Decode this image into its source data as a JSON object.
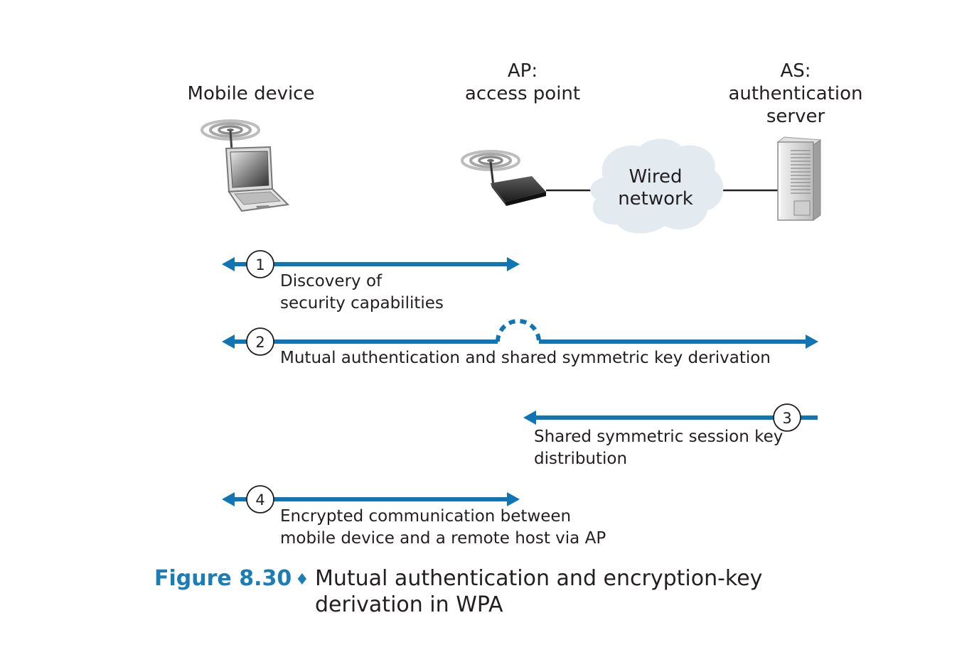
{
  "entities": {
    "mobile": "Mobile device",
    "ap_line1": "AP:",
    "ap_line2": "access point",
    "as_line1": "AS:",
    "as_line2": "authentication",
    "as_line3": "server",
    "cloud_line1": "Wired",
    "cloud_line2": "network"
  },
  "steps": [
    {
      "num": "1",
      "line1": "Discovery of",
      "line2": "security capabilities"
    },
    {
      "num": "2",
      "line1": "Mutual authentication and shared symmetric key derivation"
    },
    {
      "num": "3",
      "line1": "Shared symmetric session key",
      "line2": "distribution"
    },
    {
      "num": "4",
      "line1": "Encrypted communication between",
      "line2": "mobile device and a remote host via AP"
    }
  ],
  "caption": {
    "figure": "Figure 8.30",
    "separator": "♦",
    "text": "Mutual authentication and encryption-key derivation in WPA"
  },
  "colors": {
    "arrow": "#0f75b5",
    "caption_accent": "#1a7db5",
    "cloud": "#e3ebf1"
  }
}
